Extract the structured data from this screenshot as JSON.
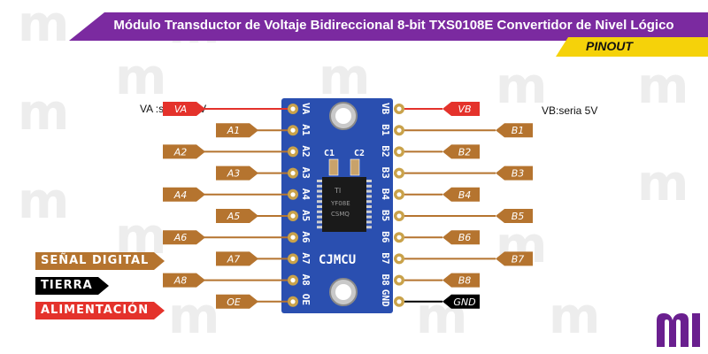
{
  "header": {
    "title": "Módulo Transductor de Voltaje Bidireccional 8-bit TXS0108E Convertidor de Nivel Lógico",
    "subtitle_tag": "PINOUT"
  },
  "watermark": {
    "glyph": "m"
  },
  "board": {
    "brand": "CJMCU",
    "cap_left": "C1",
    "cap_right": "C2",
    "chip_text": [
      "TI",
      "YF08E",
      "CSMQ"
    ],
    "left_pins": [
      "VA",
      "A1",
      "A2",
      "A3",
      "A4",
      "A5",
      "A6",
      "A7",
      "A8",
      "OE"
    ],
    "right_pins": [
      "VB",
      "B1",
      "B2",
      "B3",
      "B4",
      "B5",
      "B6",
      "B7",
      "B8",
      "GND"
    ]
  },
  "left_labels": [
    "VA",
    "A1",
    "A2",
    "A3",
    "A4",
    "A5",
    "A6",
    "A7",
    "A8",
    "OE"
  ],
  "right_labels": [
    "VB",
    "B1",
    "B2",
    "B3",
    "B4",
    "B5",
    "B6",
    "B7",
    "B8",
    "GND"
  ],
  "supply_notes": {
    "va": "VA :seria 3.3V",
    "vb": "VB:seria 5V"
  },
  "legend": [
    {
      "label": "SEÑAL DIGITAL",
      "color": "#b5742f"
    },
    {
      "label": "TIERRA",
      "color": "#000000"
    },
    {
      "label": "ALIMENTACIÓN",
      "color": "#e4322b"
    }
  ],
  "colors": {
    "banner": "#7b2aa0",
    "pinout_tag": "#f5d20a",
    "board": "#2a4fb0",
    "signal": "#b5742f",
    "power": "#e4322b",
    "ground": "#000000",
    "logo": "#6a1f8f"
  }
}
